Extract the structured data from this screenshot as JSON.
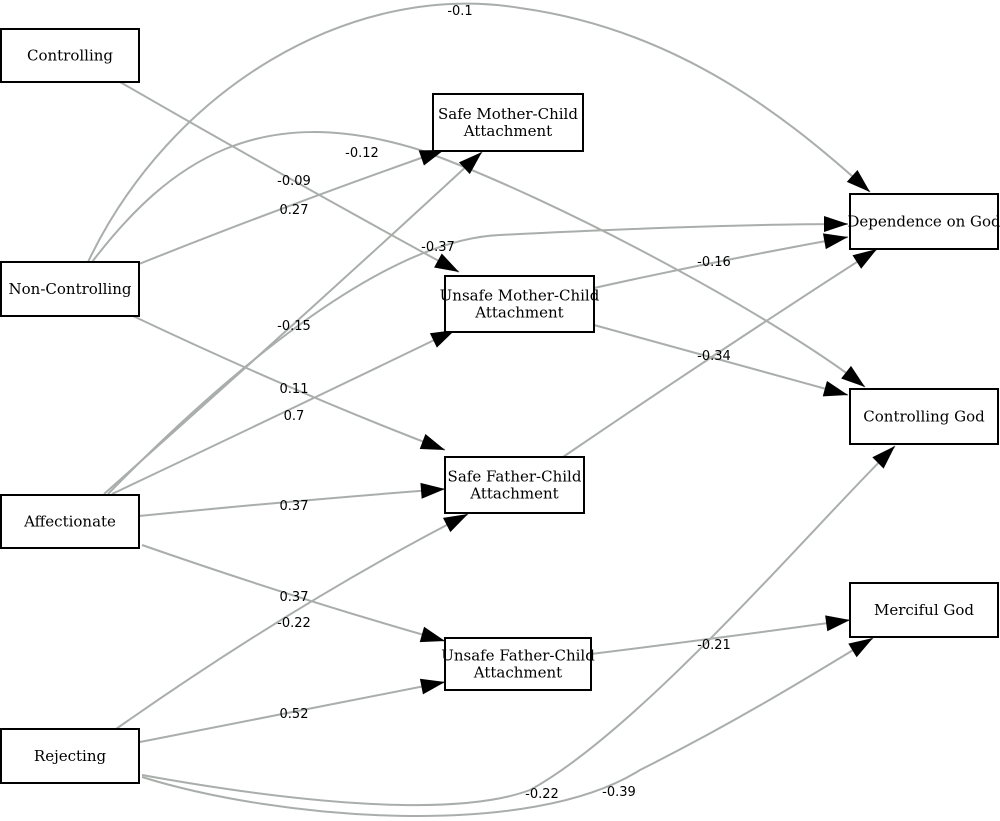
{
  "colors": {
    "edge": "#a9aeab",
    "arrow": "#000000",
    "box_border": "#000000",
    "background": "#ffffff"
  },
  "nodes": [
    {
      "id": "controlling",
      "lines": [
        "Controlling"
      ]
    },
    {
      "id": "non_controlling",
      "lines": [
        "Non-Controlling"
      ]
    },
    {
      "id": "affectionate",
      "lines": [
        "Affectionate"
      ]
    },
    {
      "id": "rejecting",
      "lines": [
        "Rejecting"
      ]
    },
    {
      "id": "safe_mother",
      "lines": [
        "Safe Mother-Child",
        "Attachment"
      ]
    },
    {
      "id": "unsafe_mother",
      "lines": [
        "Unsafe Mother-Child",
        "Attachment"
      ]
    },
    {
      "id": "safe_father",
      "lines": [
        "Safe Father-Child",
        "Attachment"
      ]
    },
    {
      "id": "unsafe_father",
      "lines": [
        "Unsafe Father-Child",
        "Attachment"
      ]
    },
    {
      "id": "dependence_god",
      "lines": [
        "Dependence on God"
      ]
    },
    {
      "id": "controlling_god",
      "lines": [
        "Controlling God"
      ]
    },
    {
      "id": "merciful_god",
      "lines": [
        "Merciful God"
      ]
    }
  ],
  "edges": [
    {
      "id": "e1",
      "from": "controlling",
      "to": "unsafe_mother",
      "label": "-0.09"
    },
    {
      "id": "e2",
      "from": "non_controlling",
      "to": "dependence_god",
      "label": "-0.1"
    },
    {
      "id": "e3",
      "from": "non_controlling",
      "to": "controlling_god",
      "label": "-0.12"
    },
    {
      "id": "e4",
      "from": "non_controlling",
      "to": "safe_mother",
      "label": "0.27"
    },
    {
      "id": "e5",
      "from": "non_controlling",
      "to": "safe_father",
      "label": "0.11"
    },
    {
      "id": "e6",
      "from": "affectionate",
      "to": "safe_mother",
      "label": "-0.15"
    },
    {
      "id": "e7",
      "from": "affectionate",
      "to": "dependence_god",
      "label": "-0.37"
    },
    {
      "id": "e8",
      "from": "affectionate",
      "to": "unsafe_mother",
      "label": "0.7"
    },
    {
      "id": "e9",
      "from": "affectionate",
      "to": "safe_father",
      "label": "0.37"
    },
    {
      "id": "e10",
      "from": "affectionate",
      "to": "unsafe_father",
      "label": "0.37"
    },
    {
      "id": "e11",
      "from": "rejecting",
      "to": "safe_father",
      "label": "-0.22"
    },
    {
      "id": "e12",
      "from": "rejecting",
      "to": "unsafe_father",
      "label": "0.52"
    },
    {
      "id": "e13",
      "from": "rejecting",
      "to": "controlling_god",
      "label": "-0.22"
    },
    {
      "id": "e14",
      "from": "rejecting",
      "to": "merciful_god",
      "label": "-0.39"
    },
    {
      "id": "e15",
      "from": "unsafe_mother",
      "to": "dependence_god",
      "label": "-0.16"
    },
    {
      "id": "e16",
      "from": "unsafe_mother",
      "to": "controlling_god",
      "label": "-0.34"
    },
    {
      "id": "e17",
      "from": "safe_father",
      "to": "dependence_god",
      "label": ""
    },
    {
      "id": "e18",
      "from": "unsafe_father",
      "to": "merciful_god",
      "label": "-0.21"
    }
  ]
}
